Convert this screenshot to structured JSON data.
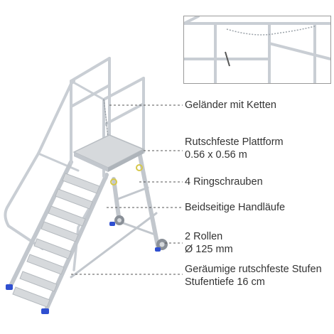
{
  "callouts": [
    {
      "lines": [
        "Geländer mit Ketten"
      ]
    },
    {
      "lines": [
        "Rutschfeste Plattform",
        "0.56 x 0.56 m"
      ]
    },
    {
      "lines": [
        "4 Ringschrauben"
      ]
    },
    {
      "lines": [
        "Beidseitige Handläufe"
      ]
    },
    {
      "lines": [
        "2 Rollen",
        "Ø 125 mm"
      ]
    },
    {
      "lines": [
        "Geräumige rutschfeste Stufen",
        "Stufentiefe 16 cm"
      ]
    }
  ],
  "colors": {
    "frame": "#c9ced4",
    "frame_dark": "#9aa1a8",
    "step": "#d6d9dc",
    "foot": "#2f4fd0",
    "leader": "#555555",
    "label": "#333333"
  },
  "illustration": {
    "subject": "mobile platform ladder",
    "detail_inset": "railing with chains close-up"
  }
}
